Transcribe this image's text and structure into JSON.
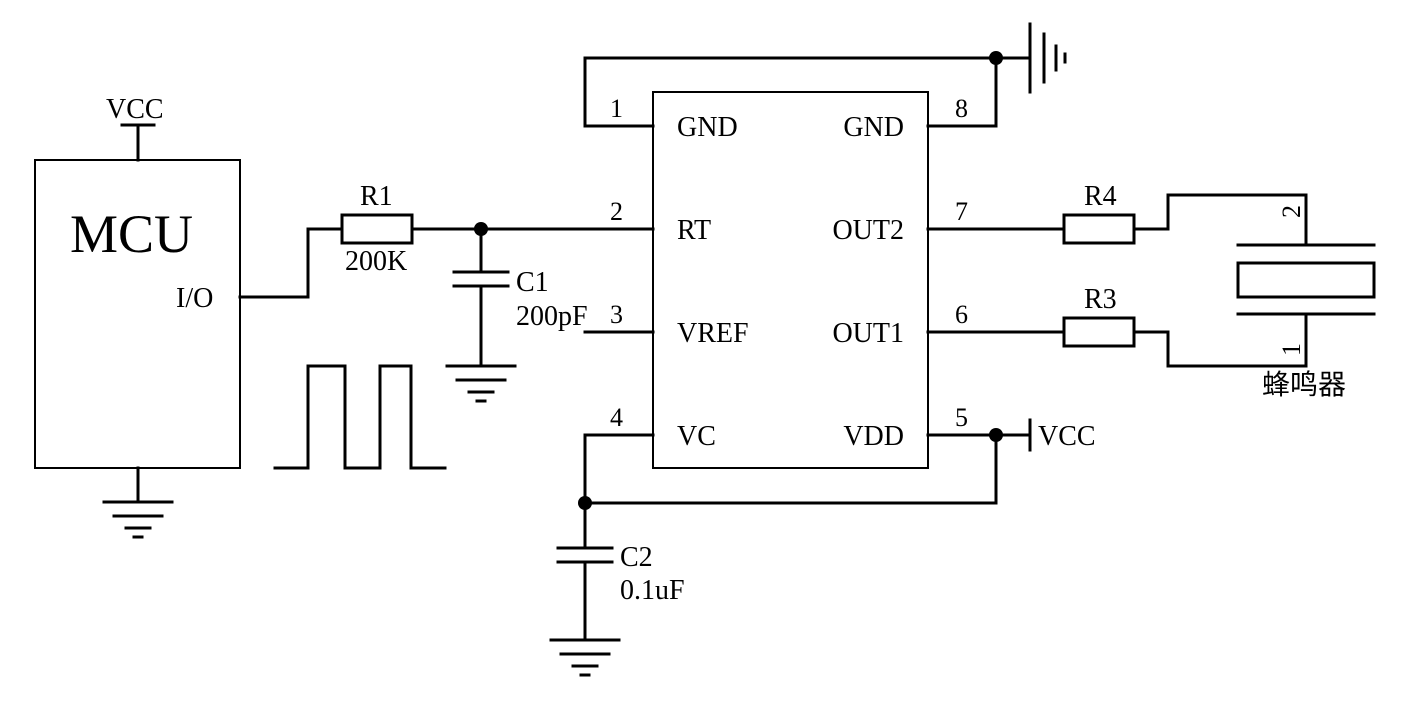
{
  "mcu": {
    "title": "MCU",
    "io_label": "I/O",
    "vcc_label": "VCC"
  },
  "ic": {
    "pins": [
      {
        "num": "1",
        "name": "GND"
      },
      {
        "num": "2",
        "name": "RT"
      },
      {
        "num": "3",
        "name": "VREF"
      },
      {
        "num": "4",
        "name": "VC"
      },
      {
        "num": "5",
        "name": "VDD"
      },
      {
        "num": "6",
        "name": "OUT1"
      },
      {
        "num": "7",
        "name": "OUT2"
      },
      {
        "num": "8",
        "name": "GND"
      }
    ]
  },
  "components": {
    "r1": {
      "name": "R1",
      "value": "200K"
    },
    "c1": {
      "name": "C1",
      "value": "200pF"
    },
    "c2": {
      "name": "C2",
      "value": "0.1uF"
    },
    "r3": {
      "name": "R3"
    },
    "r4": {
      "name": "R4"
    }
  },
  "buzzer": {
    "label": "蜂鸣器",
    "pin_top": "2",
    "pin_bottom": "1"
  },
  "vdd_supply_label": "VCC"
}
